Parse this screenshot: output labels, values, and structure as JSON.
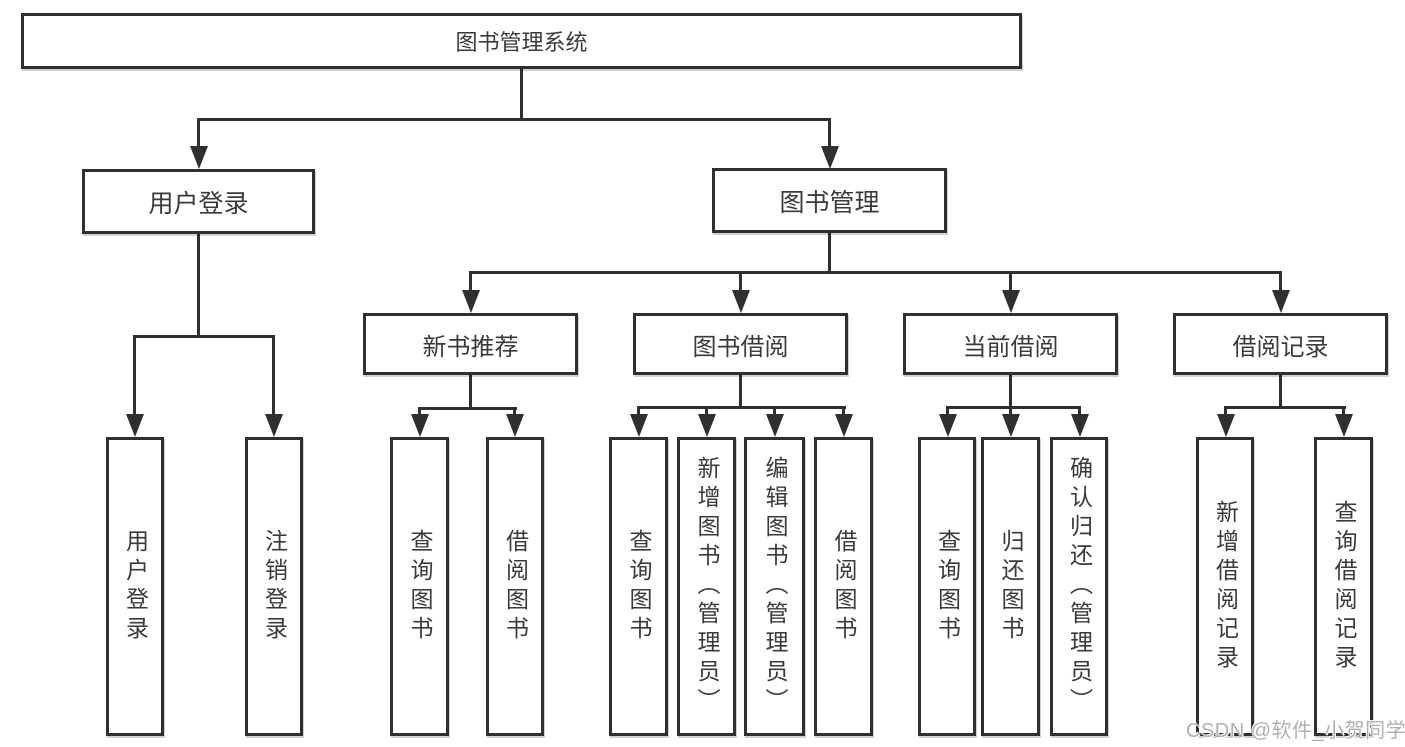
{
  "tree": {
    "root": "图书管理系统",
    "branches": [
      {
        "label": "用户登录",
        "leaves": [
          "用户登录",
          "注销登录"
        ]
      },
      {
        "label": "图书管理",
        "groups": [
          {
            "label": "新书推荐",
            "leaves": [
              "查询图书",
              "借阅图书"
            ]
          },
          {
            "label": "图书借阅",
            "leaves": [
              "查询图书",
              "新增图书（管理员）",
              "编辑图书（管理员）",
              "借阅图书"
            ]
          },
          {
            "label": "当前借阅",
            "leaves": [
              "查询图书",
              "归还图书",
              "确认归还（管理员）"
            ]
          },
          {
            "label": "借阅记录",
            "leaves": [
              "新增借阅记录",
              "查询借阅记录"
            ]
          }
        ]
      }
    ]
  },
  "watermark": {
    "text": "CSDN @软件_小贺同学"
  },
  "colors": {
    "line": "#2f2f2f",
    "text": "#3a3a3a",
    "background": "#ffffff",
    "watermark": "#b0b0b0"
  }
}
